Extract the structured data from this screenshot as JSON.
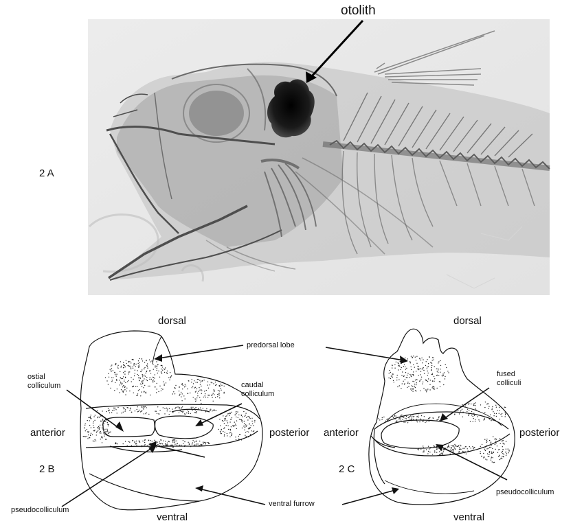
{
  "panel_a": {
    "panel_label": "2 A",
    "arrow_label": "otolith",
    "image_content": "x-ray-fish-head"
  },
  "panel_b": {
    "panel_label": "2 B",
    "dorsal": "dorsal",
    "ventral": "ventral",
    "anterior": "anterior",
    "posterior": "posterior",
    "ostial_colliculum_line1": "ostial",
    "ostial_colliculum_line2": "colliculum",
    "caudal_colliculum_line1": "caudal",
    "caudal_colliculum_line2": "colliculum",
    "pseudocolliculum": "pseudocolliculum"
  },
  "panel_c": {
    "panel_label": "2 C",
    "dorsal": "dorsal",
    "ventral": "ventral",
    "anterior": "anterior",
    "posterior": "posterior",
    "fused_colliculi_line1": "fused",
    "fused_colliculi_line2": "colliculi",
    "pseudocolliculum": "pseudocolliculum"
  },
  "shared": {
    "predorsal_lobe": "predorsal lobe",
    "ventral_furrow": "ventral furrow"
  },
  "colors": {
    "xray_background": "#e6e6e6",
    "bone": "#555555",
    "otolith": "#111111",
    "ink": "#111111"
  }
}
